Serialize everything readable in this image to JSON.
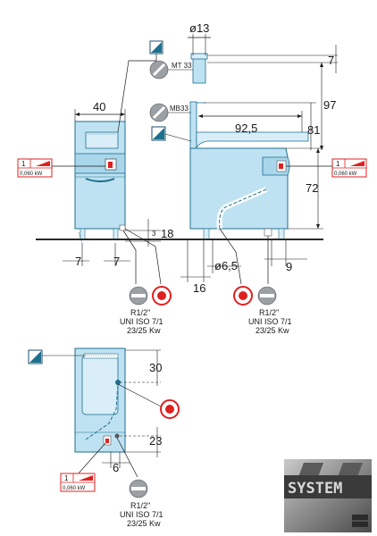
{
  "dimensions": {
    "d13": "ø13",
    "d40": "40",
    "d97": "97",
    "d92_5": "92,5",
    "d81": "81",
    "d72": "72",
    "d18": "18",
    "d3": "3",
    "d7a": "7",
    "d7b": "7",
    "d7c": "7",
    "d6_5": "ø6,5",
    "d16": "16",
    "d9": "9",
    "d30": "30",
    "d23": "23",
    "d6": "6"
  },
  "labels": {
    "mt": "MT 33",
    "mb": "MB33"
  },
  "power": {
    "qty": "1",
    "value": "0,060 kW"
  },
  "gas": {
    "thread": "R1/2\"",
    "standard": "UNI ISO 7/1",
    "power": "23/25 Kw"
  },
  "logo": {
    "text": "SYSTEM"
  },
  "colors": {
    "body": "#bfe2f2",
    "outline": "#1d6f8e",
    "floor": "#2a2a2a",
    "red": "#e02020",
    "gray": "#9aa0a4"
  }
}
